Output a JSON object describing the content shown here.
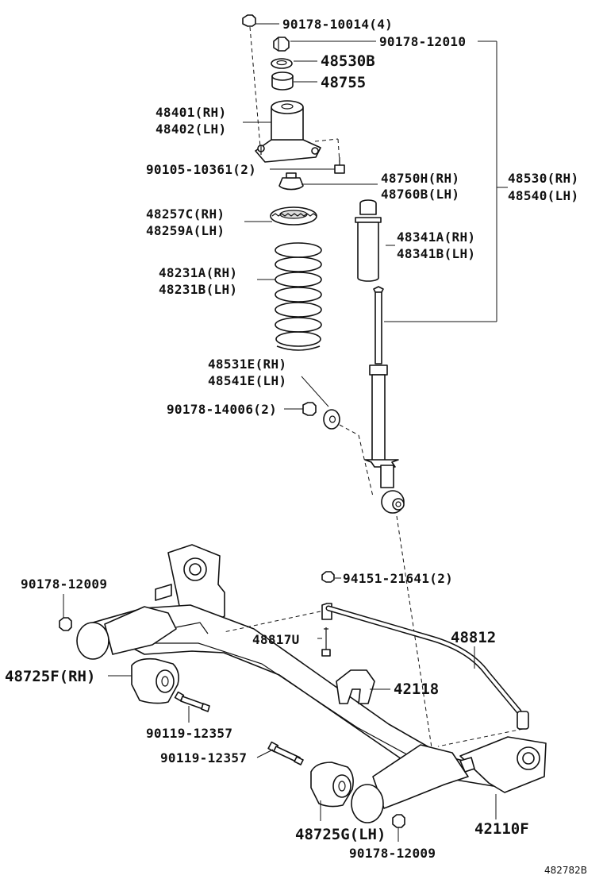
{
  "labels": {
    "p90178_10014": "90178-10014(4)",
    "p90178_12010": "90178-12010",
    "p48530B": "48530B",
    "p48755": "48755",
    "p48401": "48401(RH)",
    "p48402": "48402(LH)",
    "p90105_10361": "90105-10361(2)",
    "p48750H": "48750H(RH)",
    "p48760B": "48760B(LH)",
    "p48530": "48530(RH)",
    "p48540": "48540(LH)",
    "p48257C": "48257C(RH)",
    "p48259A": "48259A(LH)",
    "p48341A": "48341A(RH)",
    "p48341B": "48341B(LH)",
    "p48231A": "48231A(RH)",
    "p48231B": "48231B(LH)",
    "p48531E": "48531E(RH)",
    "p48541E": "48541E(LH)",
    "p90178_14006": "90178-14006(2)",
    "p90178_12009_a": "90178-12009",
    "p94151_21641": "94151-21641(2)",
    "p48812": "48812",
    "p48817U": "48817U",
    "p48725F": "48725F(RH)",
    "p42118": "42118",
    "p90119_12357_a": "90119-12357",
    "p90119_12357_b": "90119-12357",
    "p48725G": "48725G(LH)",
    "p42110F": "42110F",
    "p90178_12009_b": "90178-12009",
    "ref": "482782B"
  }
}
